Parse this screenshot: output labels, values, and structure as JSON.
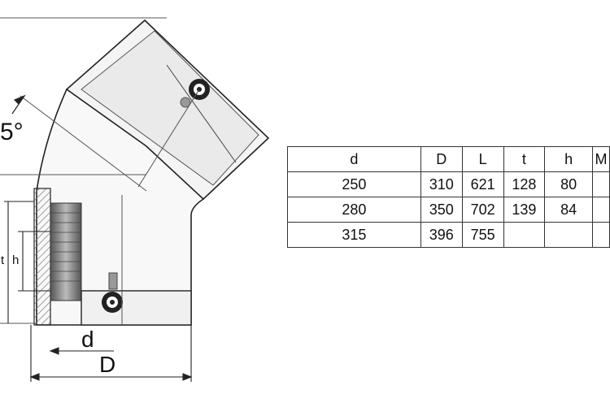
{
  "drawing": {
    "angle_label": "5°",
    "labels": {
      "t": "t",
      "h": "h",
      "d": "d",
      "D": "D"
    }
  },
  "table": {
    "headers": [
      "d",
      "D",
      "L",
      "t",
      "h",
      "M"
    ],
    "rows": [
      [
        "250",
        "310",
        "621",
        "128",
        "80",
        ""
      ],
      [
        "280",
        "350",
        "702",
        "139",
        "84",
        ""
      ],
      [
        "315",
        "396",
        "755",
        "",
        "",
        ""
      ]
    ]
  }
}
